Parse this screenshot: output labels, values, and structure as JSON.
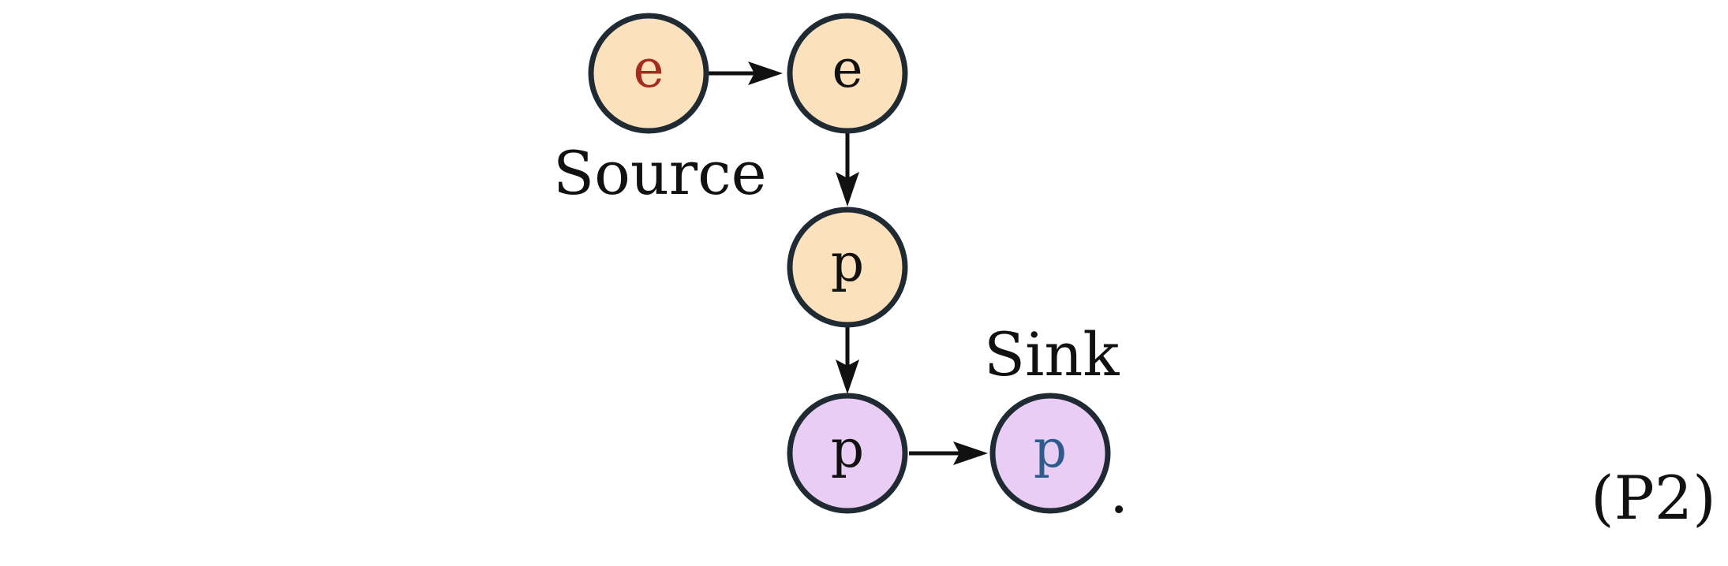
{
  "diagram": {
    "nodes": [
      {
        "id": "n1",
        "label": "e",
        "fill": "#FBE1BC",
        "text_color": "#A62B1F"
      },
      {
        "id": "n2",
        "label": "e",
        "fill": "#FBE1BC",
        "text_color": "#111111"
      },
      {
        "id": "n3",
        "label": "p",
        "fill": "#FBE1BC",
        "text_color": "#111111"
      },
      {
        "id": "n4",
        "label": "p",
        "fill": "#EACDF4",
        "text_color": "#111111"
      },
      {
        "id": "n5",
        "label": "p",
        "fill": "#EACDF4",
        "text_color": "#2F5A8C"
      }
    ],
    "edges": [
      {
        "from": "n1",
        "to": "n2"
      },
      {
        "from": "n2",
        "to": "n3"
      },
      {
        "from": "n3",
        "to": "n4"
      },
      {
        "from": "n4",
        "to": "n5"
      }
    ],
    "source_label": "Source",
    "sink_label": "Sink",
    "trailing_period": ".",
    "equation_tag": "(P2)",
    "colors": {
      "outline": "#1F2A33",
      "edge": "#111111",
      "orange_node": "#FBE1BC",
      "purple_node": "#EACDF4",
      "source_text": "#A62B1F",
      "sink_text": "#2F5A8C"
    }
  }
}
